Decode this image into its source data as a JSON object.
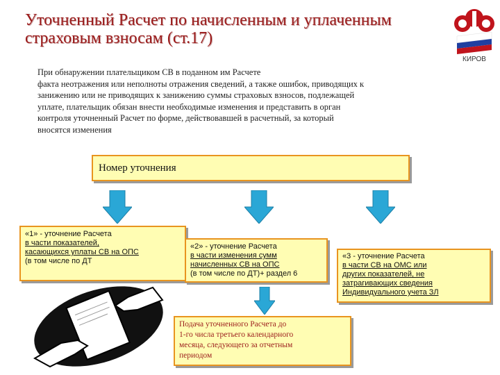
{
  "title": {
    "line1": "Уточненный Расчет по начисленным и уплаченным",
    "line2": "страховым взносам (ст.17)"
  },
  "logo": {
    "caption": "КИРОВ",
    "colors": [
      "#c0141c",
      "#ffffff",
      "#1f3fa0"
    ]
  },
  "intro": {
    "lines": [
      "При обнаружении плательщиком СВ в поданном им Расчете",
      "факта неотражения или неполноты отражения сведений, а также ошибок, приводящих к",
      "занижению или не приводящих к занижению суммы страховых взносов, подлежащей",
      "уплате, плательщик обязан внести необходимые изменения и представить в орган",
      "контроля уточненный Расчет по форме, действовавшей в расчетный, за который",
      "вносятся изменения"
    ]
  },
  "main_box": {
    "label": "Номер уточнения"
  },
  "box1": {
    "lines": [
      "«1» - уточнение Расчета",
      "в части показателей,",
      "касающихся уплаты СВ на ОПС",
      "(в том числе по ДТ"
    ]
  },
  "box2": {
    "lines": [
      "«2» - уточнение Расчета",
      "в части изменения сумм",
      "начисленных СВ на ОПС",
      "(в том числе по ДТ)+ раздел 6"
    ]
  },
  "box3": {
    "lines": [
      "«3 - уточнение Расчета",
      "в части СВ на ОМС или",
      "других показателей, не",
      "затрагивающих сведения",
      "Индивидуального учета ЗЛ"
    ]
  },
  "box4": {
    "lines": [
      "Подача уточненного Расчета до",
      "1-го числа третьего календарного",
      "месяца, следующего за отчетным",
      "периодом"
    ]
  },
  "colors": {
    "title": "#9b1c1c",
    "box_fill": "#fffdb3",
    "box_border": "#e8941f",
    "arrow": "#2aa7d6"
  }
}
